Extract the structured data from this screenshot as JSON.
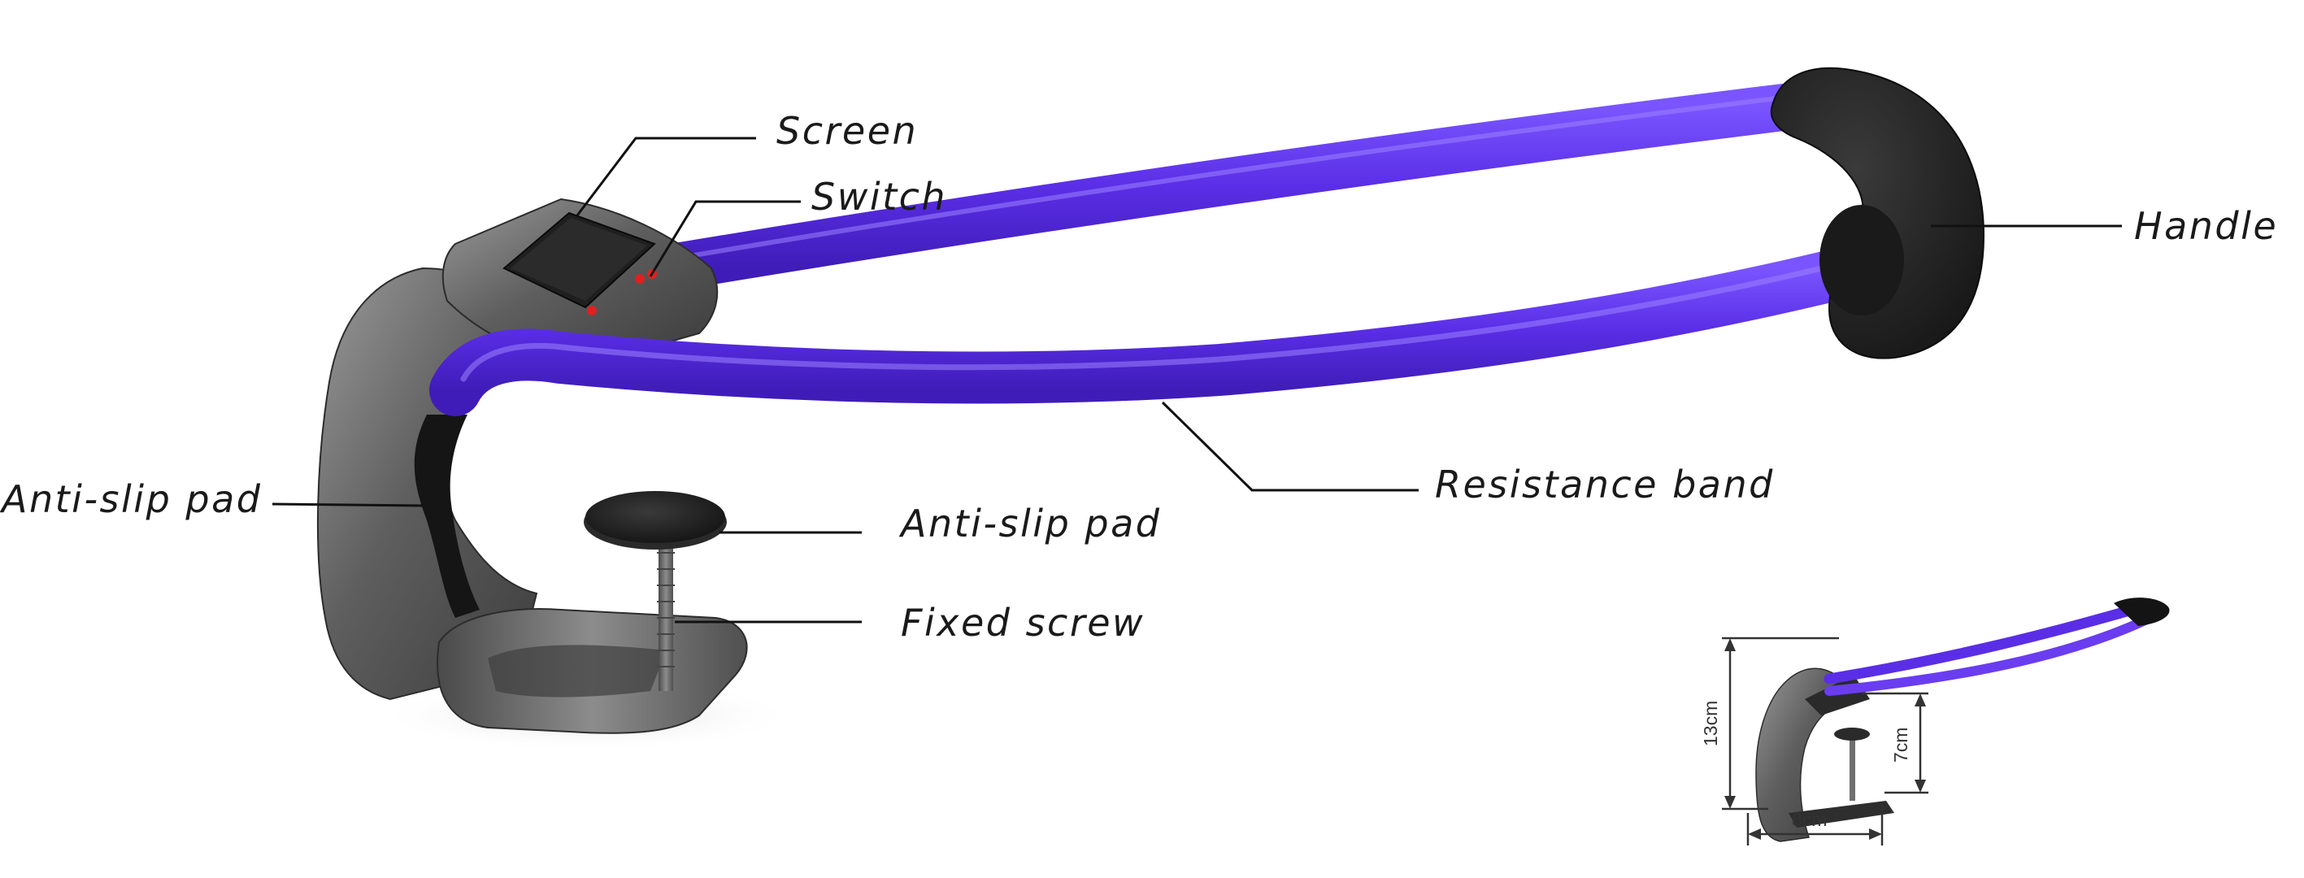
{
  "labels": {
    "screen": "Screen",
    "switch": "Switch",
    "handle": "Handle",
    "anti_slip_pad_left": "Anti-slip pad",
    "anti_slip_pad_center": "Anti-slip pad",
    "resistance_band": "Resistance band",
    "fixed_screw": "Fixed screw"
  },
  "dimensions": {
    "height_total": "13cm",
    "height_clamp": "7cm",
    "width": "8cm"
  },
  "colors": {
    "band": "#5a2ee6",
    "band_highlight": "#8a66ff",
    "metal": "#6b6b6b",
    "handle": "#1c1c1c",
    "switch_dot": "#e02020"
  }
}
